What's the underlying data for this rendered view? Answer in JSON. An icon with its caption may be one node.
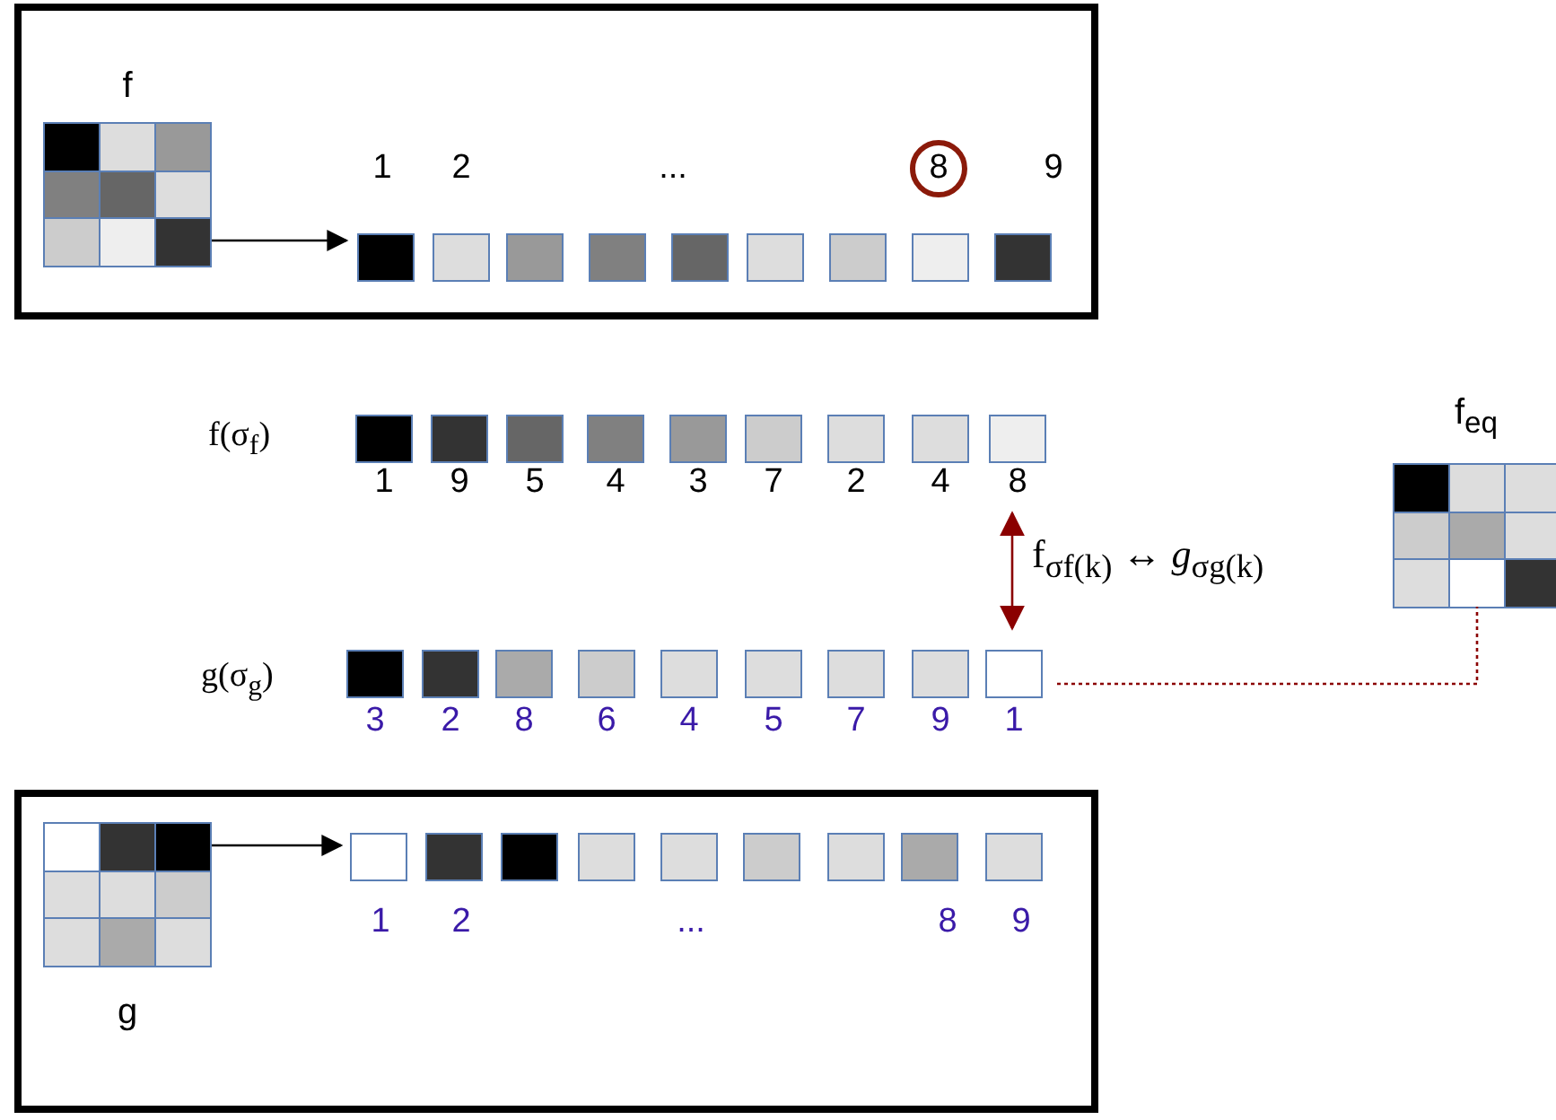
{
  "diagram": {
    "nodes": [
      {
        "text": [],
        "shape": "box"
      },
      {
        "text": [
          "f"
        ],
        "in": 0
      },
      {
        "text": [
          "1",
          "2",
          "...",
          "8",
          "9"
        ],
        "in": 0
      },
      {
        "text": [
          "1",
          "9",
          "5",
          "4",
          "3",
          "7",
          "2",
          "4",
          "8"
        ],
        "beside": [
          "f(σ$_{f}$)"
        ]
      },
      {
        "text": [
          "3",
          "2",
          "8",
          "6",
          "4",
          "5",
          "7",
          "9",
          "1"
        ],
        "beside": [
          "g(σ$_{g}$)"
        ]
      },
      {
        "text": [
          "f$_{eq}$"
        ]
      },
      {
        "text": [],
        "shape": "box"
      },
      {
        "text": [
          "g"
        ],
        "in": 6
      },
      {
        "text": [
          "1",
          "2",
          "...",
          "8",
          "9"
        ],
        "in": 6
      }
    ],
    "edges": [
      {
        "from": 1,
        "to": 2,
        "arrow": "to"
      },
      {
        "from": 3,
        "to": 4,
        "arrow": "both",
        "color": "#8b0000",
        "label": "f$_{σf(k)}$ ↔ *g*$_{σg(k)}$"
      },
      {
        "from": 4,
        "to": 5,
        "arrow": "none",
        "style": "dashed",
        "color": "#8b0000"
      },
      {
        "from": 7,
        "to": 8,
        "arrow": "to"
      }
    ]
  }
}
